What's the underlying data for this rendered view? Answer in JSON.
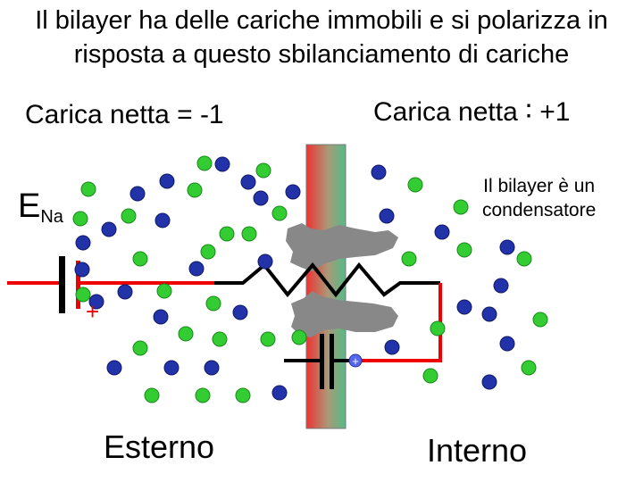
{
  "title_line1": "Il bilayer ha delle cariche immobili e si polarizza in",
  "title_line2": "risposta a questo sbilanciamento di cariche",
  "charge_left": "Carica netta = -1",
  "charge_right": "Carica netta ∶ +1",
  "capacitor_note_line1": "Il bilayer è un",
  "capacitor_note_line2": "condensatore",
  "battery_label_main": "E",
  "battery_label_sub": "Na",
  "plus_sign": "+",
  "outside_label": "Esterno",
  "inside_label": "Interno",
  "colors": {
    "ion_green": "#33cc33",
    "ion_blue": "#2233aa",
    "wire_red": "#ee0000",
    "wire_black": "#000000",
    "membrane_left": "#ee3333",
    "membrane_right": "#55bb88",
    "channel_gray": "#888888"
  }
}
